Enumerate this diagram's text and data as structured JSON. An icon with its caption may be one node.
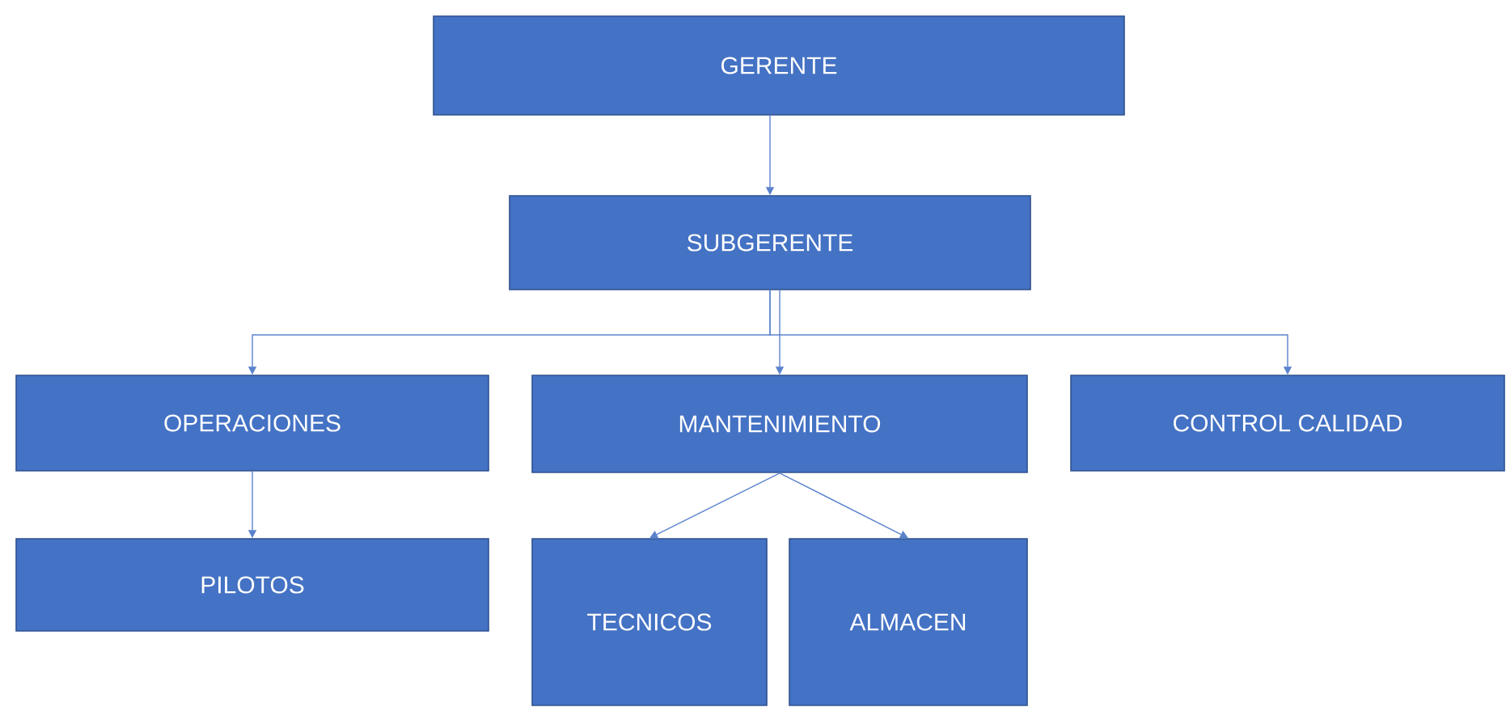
{
  "diagram": {
    "nodes": [
      {
        "text": [
          "GERENTE"
        ]
      },
      {
        "text": [
          "SUBGERENTE"
        ]
      },
      {
        "text": [
          "OPERACIONES"
        ]
      },
      {
        "text": [
          "MANTENIMIENTO"
        ]
      },
      {
        "text": [
          "CONTROL CALIDAD"
        ]
      },
      {
        "text": [
          "PILOTOS"
        ]
      },
      {
        "text": [
          "TECNICOS"
        ]
      },
      {
        "text": [
          "ALMACEN"
        ]
      }
    ],
    "edges": [
      {
        "from": 0,
        "to": 1,
        "arrow": "to"
      },
      {
        "from": 1,
        "to": 2,
        "arrow": "to"
      },
      {
        "from": 1,
        "to": 3,
        "arrow": "to"
      },
      {
        "from": 1,
        "to": 4,
        "arrow": "to"
      },
      {
        "from": 2,
        "to": 5,
        "arrow": "to"
      },
      {
        "from": 3,
        "to": 6,
        "arrow": "to"
      },
      {
        "from": 3,
        "to": 7,
        "arrow": "to"
      }
    ]
  }
}
